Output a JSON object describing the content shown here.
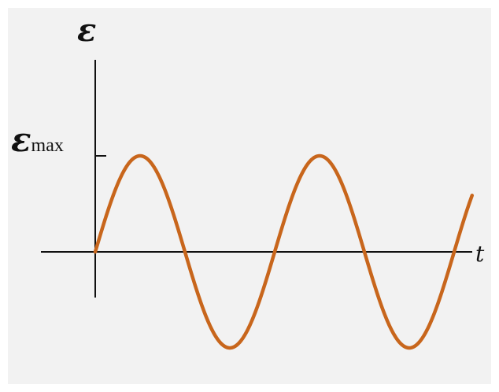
{
  "chart_data": {
    "type": "line",
    "title": "",
    "ylabel": "ε",
    "xlabel": "t",
    "y_tick": {
      "symbol": "ε",
      "subscript": "max",
      "value": 1
    },
    "ylim": [
      -1.2,
      1.6
    ],
    "xlim": [
      0,
      4.2
    ],
    "grid": false,
    "legend": "none",
    "series": [
      {
        "function": "sine",
        "amplitude": 1,
        "period": 2,
        "phase": 0,
        "x_start": 0,
        "x_end": 4.2
      }
    ]
  },
  "colors": {
    "curve": "#c8661c",
    "axis": "#111111",
    "panel": "#f2f2f2"
  }
}
